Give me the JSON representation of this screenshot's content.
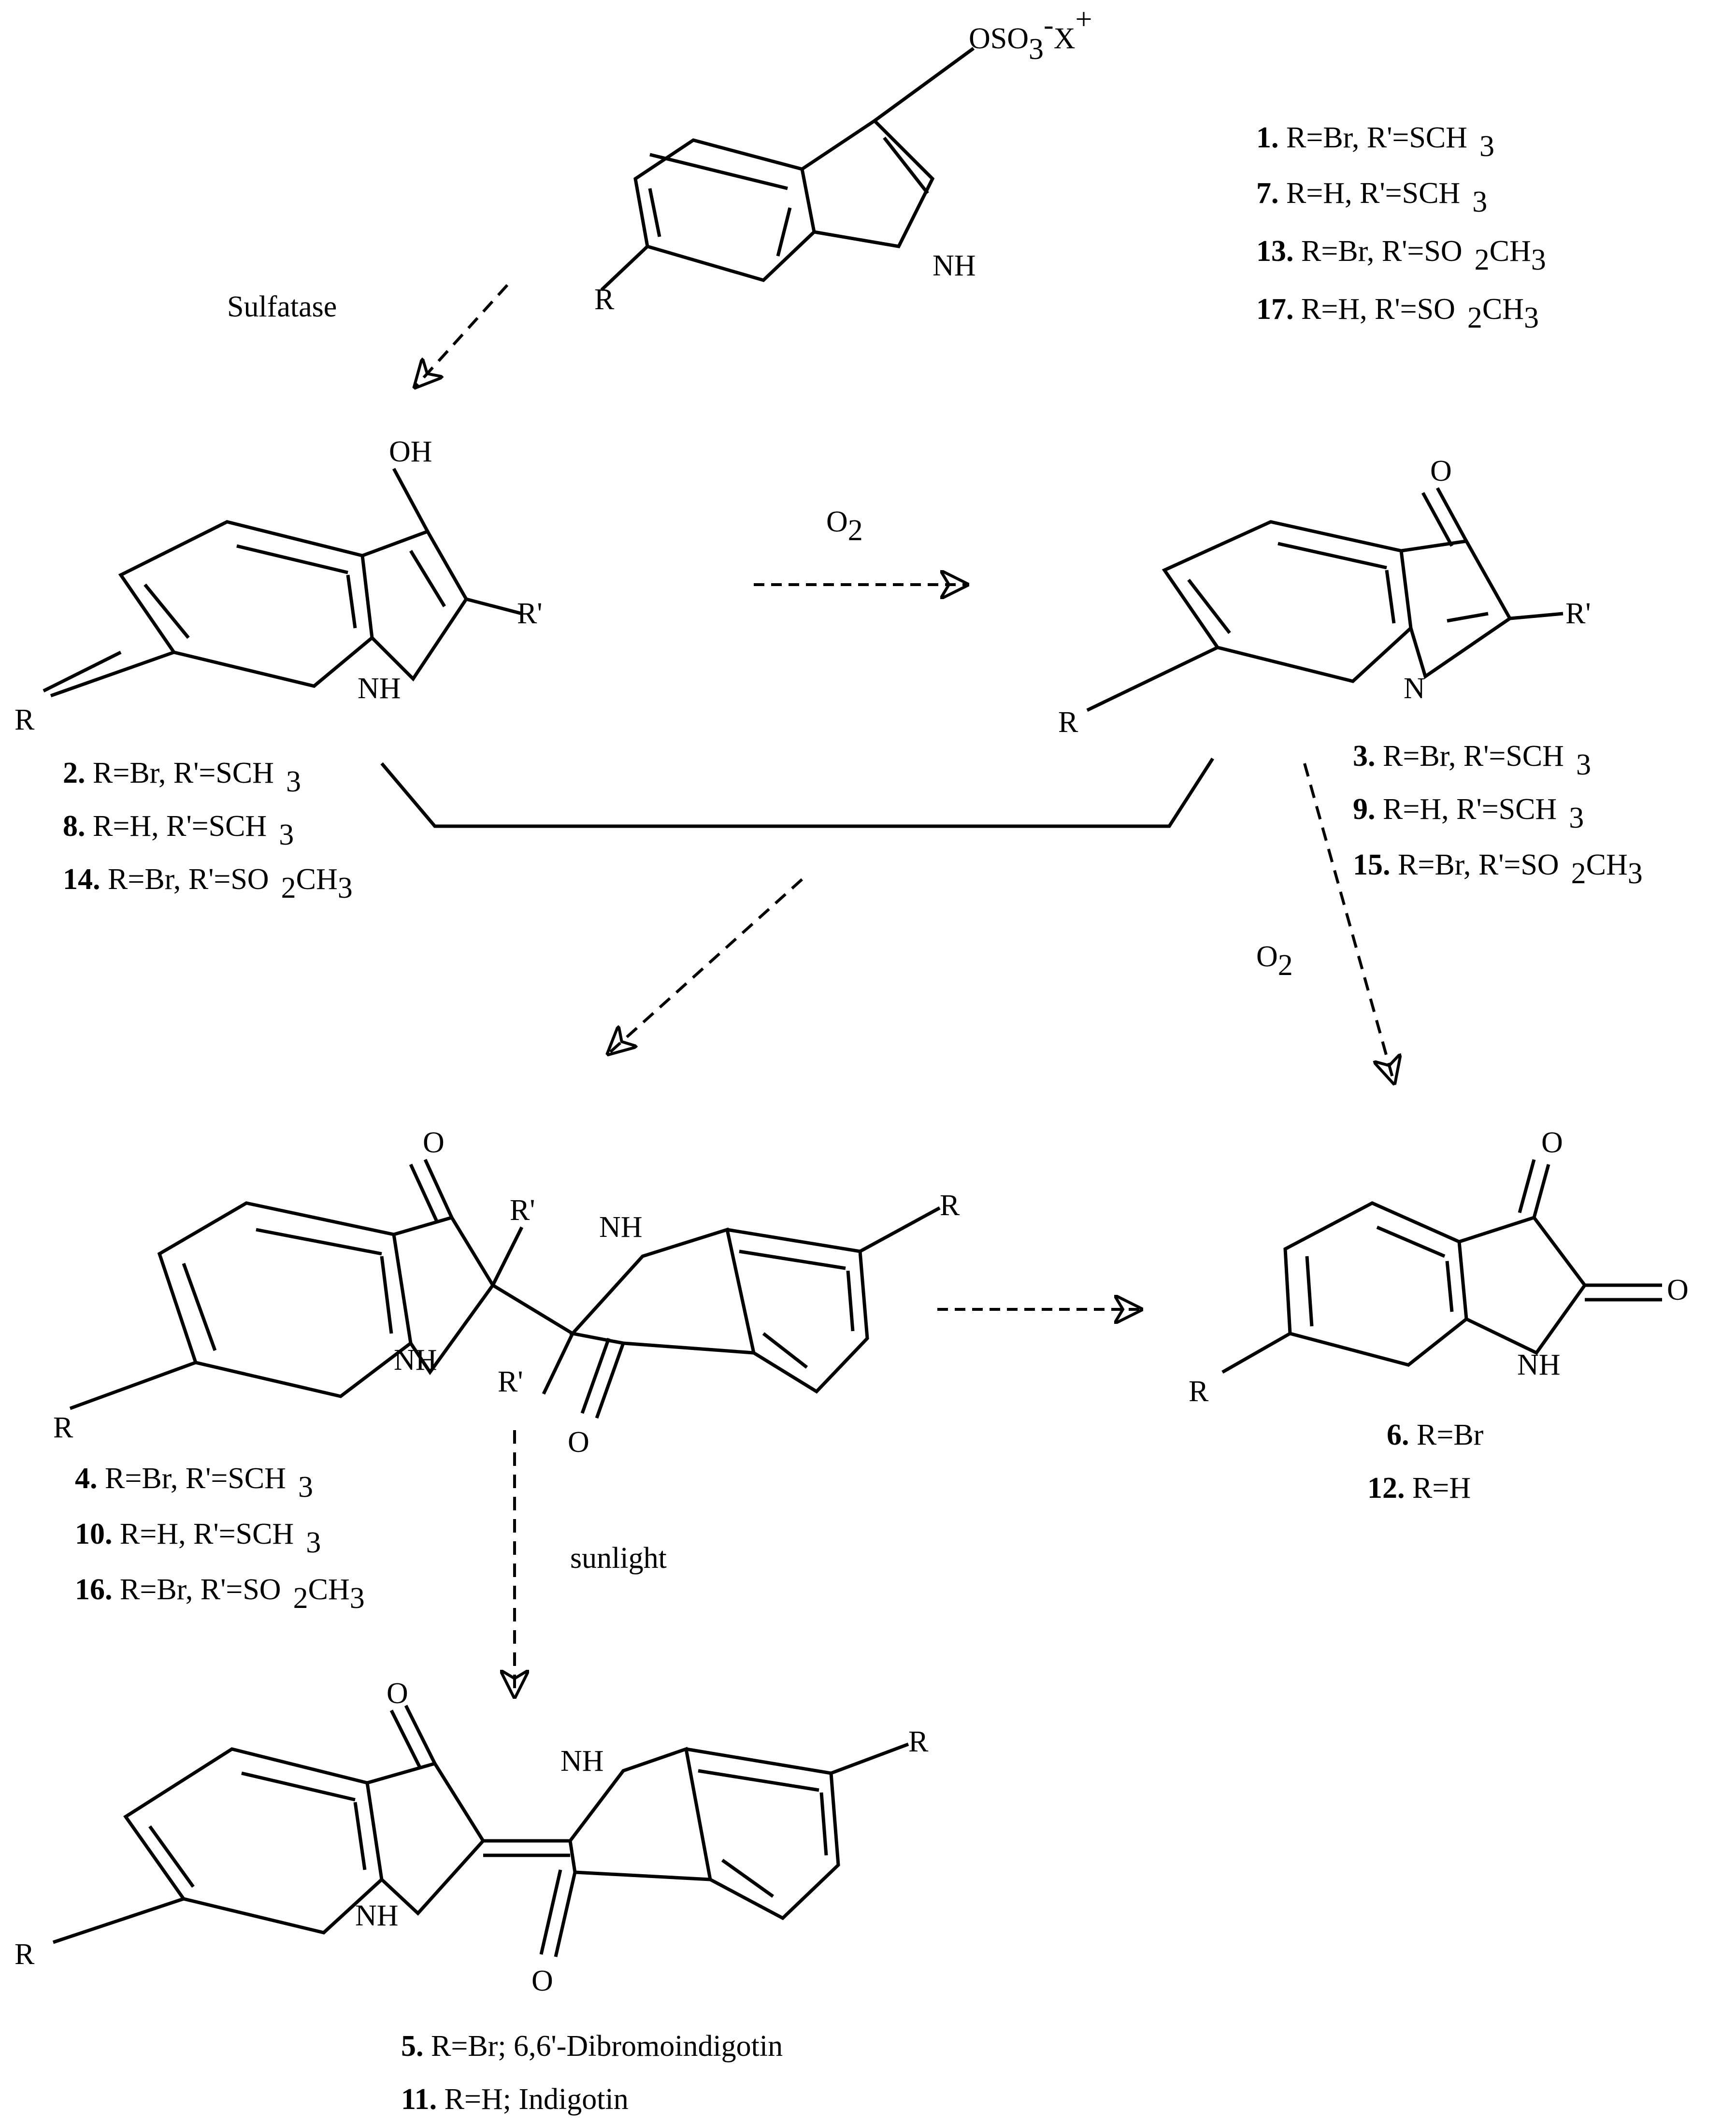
{
  "compound1": {
    "substituent": "OSO",
    "sub3": "3",
    "sup_minus": "-",
    "cation": "X",
    "sup_plus": "+",
    "r": "R",
    "nh": "NH",
    "list": [
      {
        "num": "1.",
        "text": "R=Br, R'=SCH",
        "sub": "3"
      },
      {
        "num": "7.",
        "text": "R=H, R'=SCH",
        "sub": "3"
      },
      {
        "num": "13.",
        "text": "R=Br, R'=SO",
        "sub": "2",
        "tail": "CH",
        "tail_sub": "3"
      },
      {
        "num": "17.",
        "text": "R=H, R'=SO",
        "sub": "2",
        "tail": "CH",
        "tail_sub": "3"
      }
    ]
  },
  "enzyme": "Sulfatase",
  "oxidant": "O",
  "oxidant_sub": "2",
  "sunlight": "sunlight",
  "compound2": {
    "oh": "OH",
    "rprime": "R'",
    "nh": "NH",
    "r": "R",
    "list": [
      {
        "num": "2.",
        "text": "R=Br, R'=SCH",
        "sub": "3"
      },
      {
        "num": "8.",
        "text": "R=H, R'=SCH",
        "sub": "3"
      },
      {
        "num": "14.",
        "text": "R=Br, R'=SO",
        "sub": "2",
        "tail": "CH",
        "tail_sub": "3"
      }
    ]
  },
  "compound3": {
    "o": "O",
    "rprime": "R'",
    "n": "N",
    "r": "R",
    "list": [
      {
        "num": "3.",
        "text": "R=Br, R'=SCH",
        "sub": "3"
      },
      {
        "num": "9.",
        "text": "R=H, R'=SCH",
        "sub": "3"
      },
      {
        "num": "15.",
        "text": "R=Br, R'=SO",
        "sub": "2",
        "tail": "CH",
        "tail_sub": "3"
      }
    ]
  },
  "compound4": {
    "o_top": "O",
    "o_bottom": "O",
    "rprime_top": "R'",
    "rprime_bottom": "R'",
    "nh_left": "NH",
    "nh_right": "NH",
    "r_left": "R",
    "r_right": "R",
    "list": [
      {
        "num": "4.",
        "text": "R=Br, R'=SCH",
        "sub": "3"
      },
      {
        "num": "10.",
        "text": "R=H, R'=SCH",
        "sub": "3"
      },
      {
        "num": "16.",
        "text": "R=Br, R'=SO",
        "sub": "2",
        "tail": "CH",
        "tail_sub": "3"
      }
    ]
  },
  "compound5": {
    "o_top": "O",
    "o_bottom": "O",
    "nh_left": "NH",
    "nh_right": "NH",
    "r_left": "R",
    "r_right": "R",
    "list": [
      {
        "num": "5.",
        "text": "R=Br; 6,6'-Dibromoindigotin"
      },
      {
        "num": "11.",
        "text": "R=H; Indigotin"
      }
    ]
  },
  "compound6": {
    "o_top": "O",
    "o_right": "O",
    "nh": "NH",
    "r": "R",
    "list": [
      {
        "num": "6.",
        "text": "R=Br"
      },
      {
        "num": "12.",
        "text": "R=H"
      }
    ]
  }
}
